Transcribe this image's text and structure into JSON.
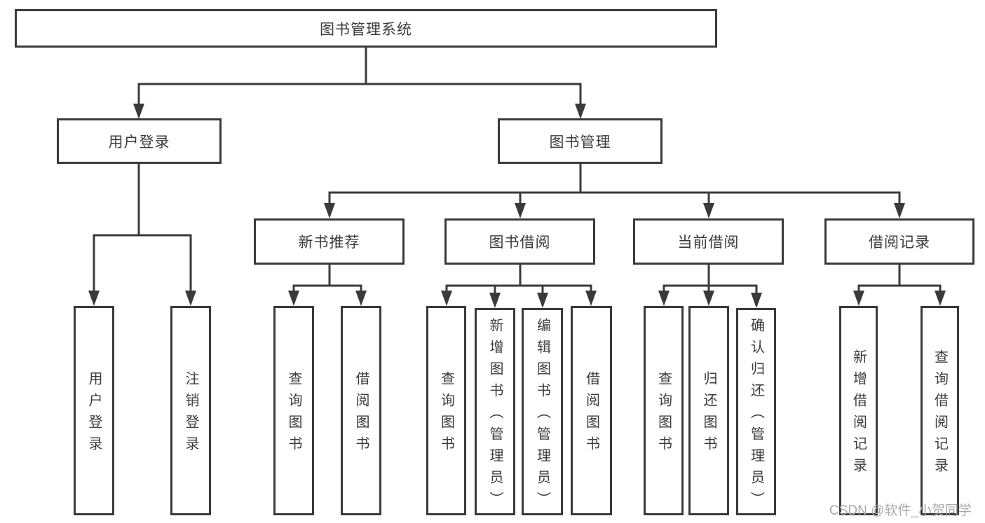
{
  "diagram": {
    "root": {
      "label": "图书管理系统"
    },
    "level2": {
      "user_login": {
        "label": "用户登录",
        "children": [
          "用户登录",
          "注销登录"
        ]
      },
      "book_management": {
        "label": "图书管理"
      }
    },
    "level3": {
      "new_book_recommend": {
        "label": "新书推荐",
        "children": [
          "查询图书",
          "借阅图书"
        ]
      },
      "book_borrowing": {
        "label": "图书借阅",
        "children": [
          "查询图书",
          "新增图书（管理员）",
          "编辑图书（管理员）",
          "借阅图书"
        ]
      },
      "current_borrowing": {
        "label": "当前借阅",
        "children": [
          "查询图书",
          "归还图书",
          "确认归还（管理员）"
        ]
      },
      "borrowing_records": {
        "label": "借阅记录",
        "children": [
          "新增借阅记录",
          "查询借阅记录"
        ]
      }
    }
  },
  "watermark": {
    "text": "CSDN @软件_小贺同学"
  },
  "colors": {
    "line": "#3a3a3a",
    "text": "#3b3b3b",
    "watermark": "#a9a9a9",
    "background": "#ffffff"
  }
}
